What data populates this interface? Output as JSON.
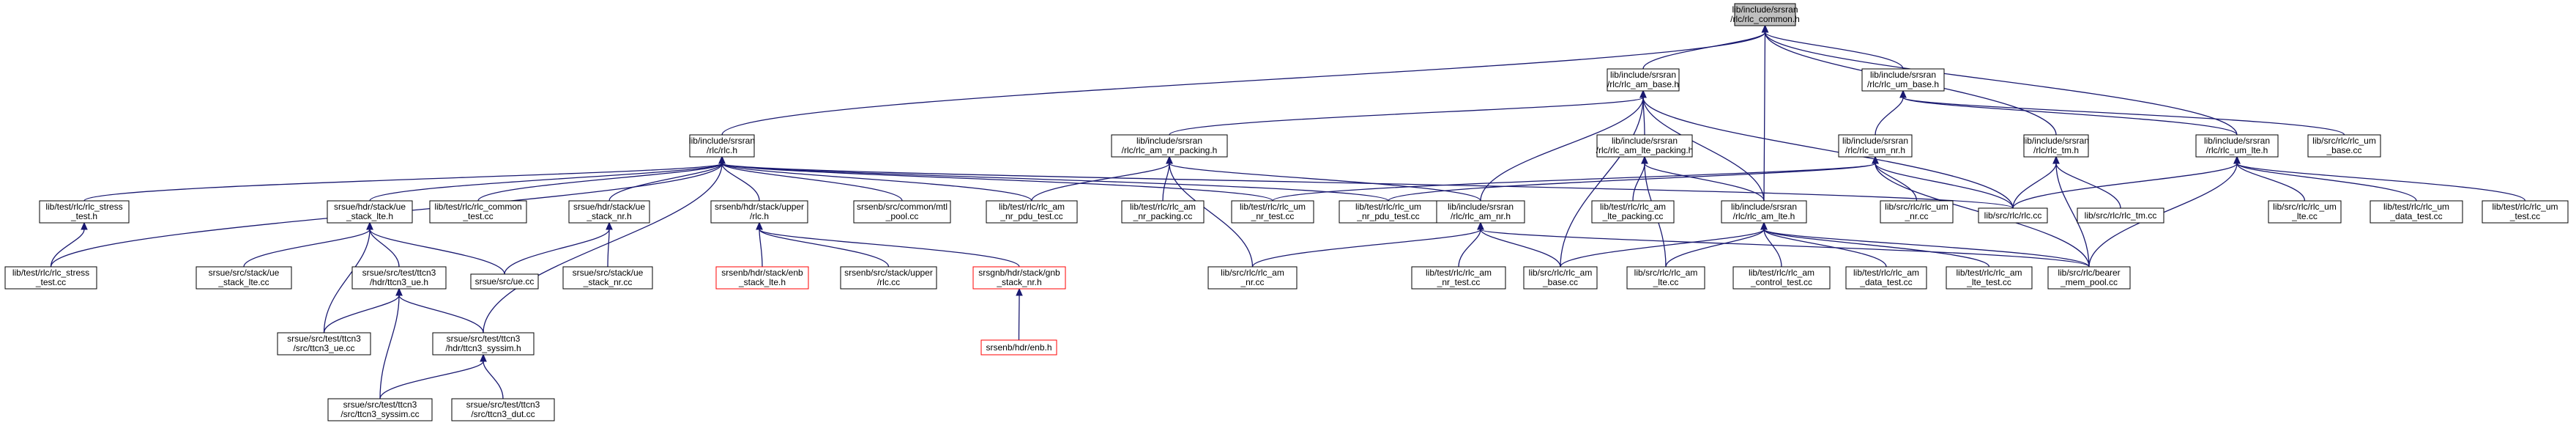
{
  "graph": {
    "title": "lib/include/srsran/rlc/rlc_common.h",
    "nodes": [
      {
        "id": "n0",
        "label": [
          "lib/include/srsran",
          "/rlc/rlc_common.h"
        ],
        "style": "root"
      },
      {
        "id": "n1",
        "label": [
          "lib/include/srsran",
          "/rlc/rlc_am_base.h"
        ]
      },
      {
        "id": "n2",
        "label": [
          "lib/include/srsran",
          "/rlc/rlc_um_base.h"
        ]
      },
      {
        "id": "n3",
        "label": [
          "lib/include/srsran",
          "/rlc/rlc.h"
        ]
      },
      {
        "id": "n4",
        "label": [
          "lib/include/srsran",
          "/rlc/rlc_am_nr_packing.h"
        ]
      },
      {
        "id": "n5",
        "label": [
          "lib/include/srsran",
          "/rlc/rlc_am_lte_packing.h"
        ]
      },
      {
        "id": "n6",
        "label": [
          "lib/include/srsran",
          "/rlc/rlc_um_nr.h"
        ]
      },
      {
        "id": "n7",
        "label": [
          "lib/include/srsran",
          "/rlc/rlc_tm.h"
        ]
      },
      {
        "id": "n8",
        "label": [
          "lib/include/srsran",
          "/rlc/rlc_um_lte.h"
        ]
      },
      {
        "id": "n9",
        "label": [
          "lib/src/rlc/rlc_um",
          "_base.cc"
        ]
      },
      {
        "id": "n10",
        "label": [
          "lib/test/rlc/rlc_stress",
          "_test.h"
        ]
      },
      {
        "id": "n11",
        "label": [
          "srsue/hdr/stack/ue",
          "_stack_lte.h"
        ]
      },
      {
        "id": "n12",
        "label": [
          "lib/test/rlc/rlc_common",
          "_test.cc"
        ]
      },
      {
        "id": "n13",
        "label": [
          "srsue/hdr/stack/ue",
          "_stack_nr.h"
        ]
      },
      {
        "id": "n14",
        "label": [
          "srsenb/hdr/stack/upper",
          "/rlc.h"
        ]
      },
      {
        "id": "n15",
        "label": [
          "srsenb/src/common/mtl",
          "_pool.cc"
        ]
      },
      {
        "id": "n16",
        "label": [
          "lib/test/rlc/rlc_am",
          "_nr_pdu_test.cc"
        ]
      },
      {
        "id": "n17",
        "label": [
          "lib/test/rlc/rlc_am",
          "_nr_packing.cc"
        ]
      },
      {
        "id": "n18",
        "label": [
          "lib/test/rlc/rlc_um",
          "_nr_test.cc"
        ]
      },
      {
        "id": "n19",
        "label": [
          "lib/test/rlc/rlc_um",
          "_nr_pdu_test.cc"
        ]
      },
      {
        "id": "n20",
        "label": [
          "lib/include/srsran",
          "/rlc/rlc_am_nr.h"
        ]
      },
      {
        "id": "n21",
        "label": [
          "lib/test/rlc/rlc_am",
          "_lte_packing.cc"
        ]
      },
      {
        "id": "n22",
        "label": [
          "lib/include/srsran",
          "/rlc/rlc_am_lte.h"
        ]
      },
      {
        "id": "n23",
        "label": [
          "lib/src/rlc/rlc_um",
          "_nr.cc"
        ]
      },
      {
        "id": "n24",
        "label": [
          "lib/src/rlc/rlc.cc"
        ]
      },
      {
        "id": "n25",
        "label": [
          "lib/src/rlc/rlc_tm.cc"
        ]
      },
      {
        "id": "n26",
        "label": [
          "lib/src/rlc/rlc_um",
          "_lte.cc"
        ]
      },
      {
        "id": "n27",
        "label": [
          "lib/test/rlc/rlc_um",
          "_data_test.cc"
        ]
      },
      {
        "id": "n28",
        "label": [
          "lib/test/rlc/rlc_um",
          "_test.cc"
        ]
      },
      {
        "id": "n29",
        "label": [
          "lib/test/rlc/rlc_stress",
          "_test.cc"
        ]
      },
      {
        "id": "n30",
        "label": [
          "srsue/src/stack/ue",
          "_stack_lte.cc"
        ]
      },
      {
        "id": "n31",
        "label": [
          "srsue/src/test/ttcn3",
          "/hdr/ttcn3_ue.h"
        ]
      },
      {
        "id": "n32",
        "label": [
          "srsue/src/ue.cc"
        ]
      },
      {
        "id": "n33",
        "label": [
          "srsue/src/stack/ue",
          "_stack_nr.cc"
        ]
      },
      {
        "id": "n34",
        "label": [
          "srsenb/hdr/stack/enb",
          "_stack_lte.h"
        ],
        "style": "red"
      },
      {
        "id": "n35",
        "label": [
          "srsenb/src/stack/upper",
          "/rlc.cc"
        ]
      },
      {
        "id": "n36",
        "label": [
          "srsgnb/hdr/stack/gnb",
          "_stack_nr.h"
        ],
        "style": "red"
      },
      {
        "id": "n37",
        "label": [
          "lib/src/rlc/rlc_am",
          "_nr.cc"
        ]
      },
      {
        "id": "n38",
        "label": [
          "lib/test/rlc/rlc_am",
          "_nr_test.cc"
        ]
      },
      {
        "id": "n39",
        "label": [
          "lib/src/rlc/rlc_am",
          "_base.cc"
        ]
      },
      {
        "id": "n40",
        "label": [
          "lib/src/rlc/rlc_am",
          "_lte.cc"
        ]
      },
      {
        "id": "n41",
        "label": [
          "lib/test/rlc/rlc_am",
          "_control_test.cc"
        ]
      },
      {
        "id": "n42",
        "label": [
          "lib/test/rlc/rlc_am",
          "_data_test.cc"
        ]
      },
      {
        "id": "n43",
        "label": [
          "lib/test/rlc/rlc_am",
          "_lte_test.cc"
        ]
      },
      {
        "id": "n44",
        "label": [
          "lib/src/rlc/bearer",
          "_mem_pool.cc"
        ]
      },
      {
        "id": "n45",
        "label": [
          "srsue/src/test/ttcn3",
          "/src/ttcn3_ue.cc"
        ]
      },
      {
        "id": "n46",
        "label": [
          "srsue/src/test/ttcn3",
          "/hdr/ttcn3_syssim.h"
        ]
      },
      {
        "id": "n47",
        "label": [
          "srsenb/hdr/enb.h"
        ],
        "style": "red"
      },
      {
        "id": "n48",
        "label": [
          "srsue/src/test/ttcn3",
          "/src/ttcn3_syssim.cc"
        ]
      },
      {
        "id": "n49",
        "label": [
          "srsue/src/test/ttcn3",
          "/src/ttcn3_dut.cc"
        ]
      }
    ],
    "edges": [
      [
        "n1",
        "n0"
      ],
      [
        "n2",
        "n0"
      ],
      [
        "n3",
        "n0"
      ],
      [
        "n7",
        "n0"
      ],
      [
        "n8",
        "n0"
      ],
      [
        "n22",
        "n0"
      ],
      [
        "n4",
        "n1"
      ],
      [
        "n5",
        "n1"
      ],
      [
        "n20",
        "n1"
      ],
      [
        "n22",
        "n1"
      ],
      [
        "n24",
        "n1"
      ],
      [
        "n39",
        "n1"
      ],
      [
        "n6",
        "n2"
      ],
      [
        "n8",
        "n2"
      ],
      [
        "n9",
        "n2"
      ],
      [
        "n10",
        "n3"
      ],
      [
        "n11",
        "n3"
      ],
      [
        "n12",
        "n3"
      ],
      [
        "n13",
        "n3"
      ],
      [
        "n14",
        "n3"
      ],
      [
        "n15",
        "n3"
      ],
      [
        "n16",
        "n3"
      ],
      [
        "n18",
        "n3"
      ],
      [
        "n19",
        "n3"
      ],
      [
        "n24",
        "n3"
      ],
      [
        "n29",
        "n3"
      ],
      [
        "n46",
        "n3"
      ],
      [
        "n16",
        "n4"
      ],
      [
        "n17",
        "n4"
      ],
      [
        "n20",
        "n4"
      ],
      [
        "n37",
        "n4"
      ],
      [
        "n21",
        "n5"
      ],
      [
        "n22",
        "n5"
      ],
      [
        "n40",
        "n5"
      ],
      [
        "n18",
        "n6"
      ],
      [
        "n19",
        "n6"
      ],
      [
        "n23",
        "n6"
      ],
      [
        "n24",
        "n6"
      ],
      [
        "n44",
        "n6"
      ],
      [
        "n24",
        "n7"
      ],
      [
        "n25",
        "n7"
      ],
      [
        "n44",
        "n7"
      ],
      [
        "n24",
        "n8"
      ],
      [
        "n26",
        "n8"
      ],
      [
        "n27",
        "n8"
      ],
      [
        "n28",
        "n8"
      ],
      [
        "n44",
        "n8"
      ],
      [
        "n29",
        "n10"
      ],
      [
        "n30",
        "n11"
      ],
      [
        "n31",
        "n11"
      ],
      [
        "n32",
        "n11"
      ],
      [
        "n45",
        "n11"
      ],
      [
        "n32",
        "n13"
      ],
      [
        "n33",
        "n13"
      ],
      [
        "n34",
        "n14"
      ],
      [
        "n35",
        "n14"
      ],
      [
        "n36",
        "n14"
      ],
      [
        "n37",
        "n20"
      ],
      [
        "n38",
        "n20"
      ],
      [
        "n39",
        "n20"
      ],
      [
        "n44",
        "n20"
      ],
      [
        "n39",
        "n22"
      ],
      [
        "n40",
        "n22"
      ],
      [
        "n41",
        "n22"
      ],
      [
        "n42",
        "n22"
      ],
      [
        "n43",
        "n22"
      ],
      [
        "n44",
        "n22"
      ],
      [
        "n45",
        "n31"
      ],
      [
        "n46",
        "n31"
      ],
      [
        "n48",
        "n31"
      ],
      [
        "n47",
        "n36"
      ],
      [
        "n48",
        "n46"
      ],
      [
        "n49",
        "n46"
      ]
    ]
  }
}
